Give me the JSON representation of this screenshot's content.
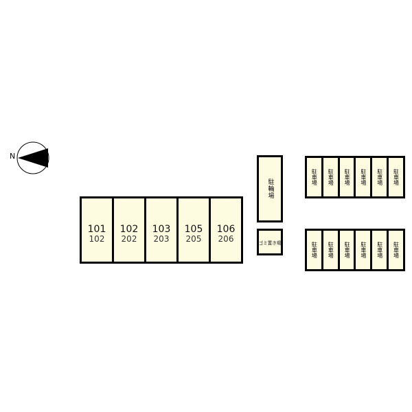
{
  "compass": {
    "label": "N",
    "icon": "north-arrow-icon"
  },
  "building": {
    "units": [
      {
        "ground": "101",
        "upper": "102"
      },
      {
        "ground": "102",
        "upper": "202"
      },
      {
        "ground": "103",
        "upper": "203"
      },
      {
        "ground": "105",
        "upper": "205"
      },
      {
        "ground": "106",
        "upper": "206"
      }
    ]
  },
  "bike_parking": {
    "label": "駐輪場"
  },
  "garbage_area": {
    "label": "ゴミ置き場"
  },
  "parking": {
    "top_row": [
      "駐車場",
      "駐車場",
      "駐車場",
      "駐車場",
      "駐車場",
      "駐車場"
    ],
    "bottom_row": [
      "駐車場",
      "駐車場",
      "駐車場",
      "駐車場",
      "駐車場",
      "駐車場"
    ]
  },
  "colors": {
    "fill": "#fdfbe0",
    "outline": "#000000"
  }
}
